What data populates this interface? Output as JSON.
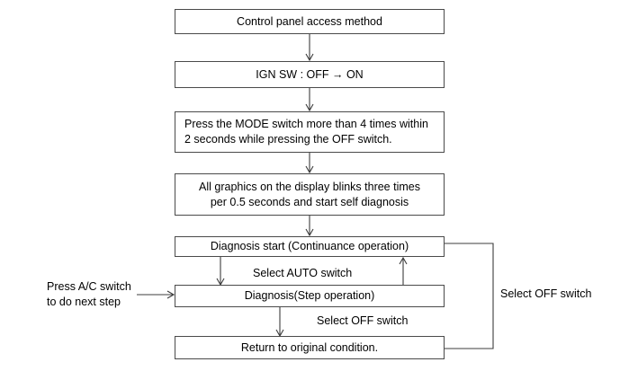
{
  "diagram": {
    "title_node": "Control panel access method",
    "nodes": [
      {
        "id": "n1",
        "label": "Control panel access method"
      },
      {
        "id": "n2",
        "label": "IGN SW : OFF → ON"
      },
      {
        "id": "n3",
        "label": "Press the MODE switch more than 4 times within\n2 seconds while pressing the OFF switch."
      },
      {
        "id": "n4",
        "label": "All graphics on the display blinks three times\nper 0.5 seconds and start self diagnosis"
      },
      {
        "id": "n5",
        "label": "Diagnosis start (Continuance operation)"
      },
      {
        "id": "n6",
        "label": "Diagnosis(Step operation)"
      },
      {
        "id": "n7",
        "label": "Return to original condition."
      }
    ],
    "edge_labels": [
      {
        "id": "e1",
        "label": "Select AUTO switch"
      },
      {
        "id": "e2",
        "label": "Select OFF switch"
      },
      {
        "id": "e3",
        "label": "Select OFF switch"
      }
    ],
    "annotations": [
      {
        "id": "a1",
        "label": "Press A/C switch\nto do next step"
      }
    ],
    "colors": {
      "stroke": "#3c3c3c",
      "box_border": "#4a4a4a",
      "background": "#ffffff",
      "text": "#000000"
    }
  }
}
